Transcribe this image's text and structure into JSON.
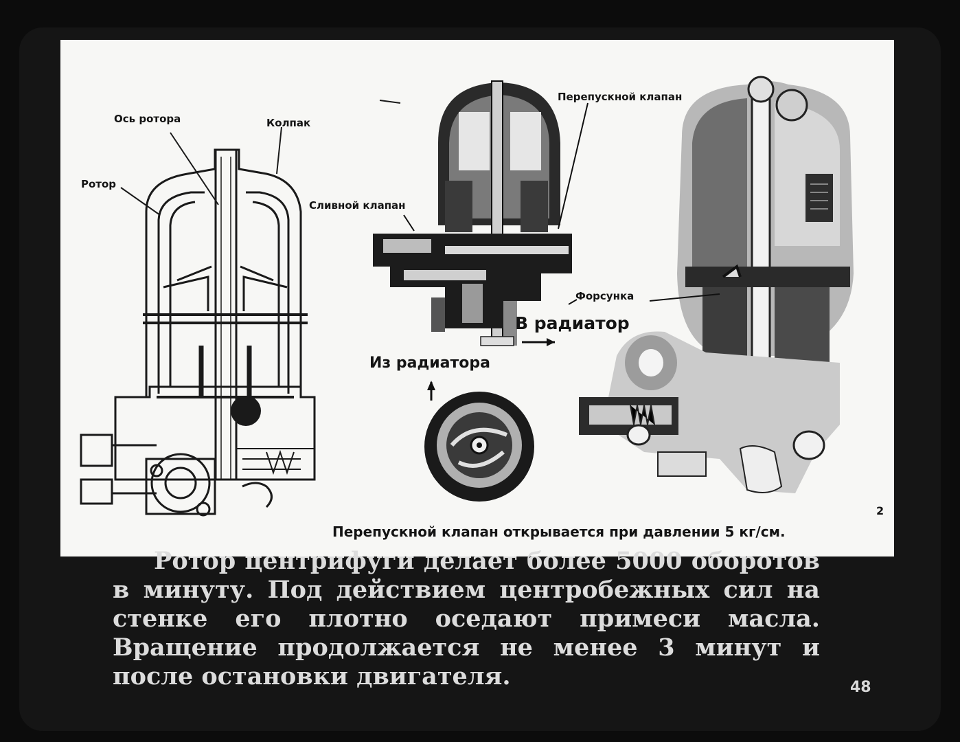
{
  "labels": {
    "rotor_axis": "Ось ротора",
    "cap": "Колпак",
    "rotor": "Ротор",
    "drain_valve": "Сливной клапан",
    "bypass_valve": "Перепускной клапан",
    "nozzle": "Форсунка",
    "to_radiator": "В радиатор",
    "from_radiator": "Из радиатора"
  },
  "bottom_note": {
    "text": "Перепускной клапан открывается при давлении 5 кг/см.",
    "superscript": "2"
  },
  "caption": {
    "text": "Ротор центрифуги делает более 5000 оборотов в минуту. Под действием центробежных сил на стенке его плотно оседают примеси масла. Вращение продолжается не менее 3 минут и после остановки двигателя."
  },
  "frame_number": "48"
}
